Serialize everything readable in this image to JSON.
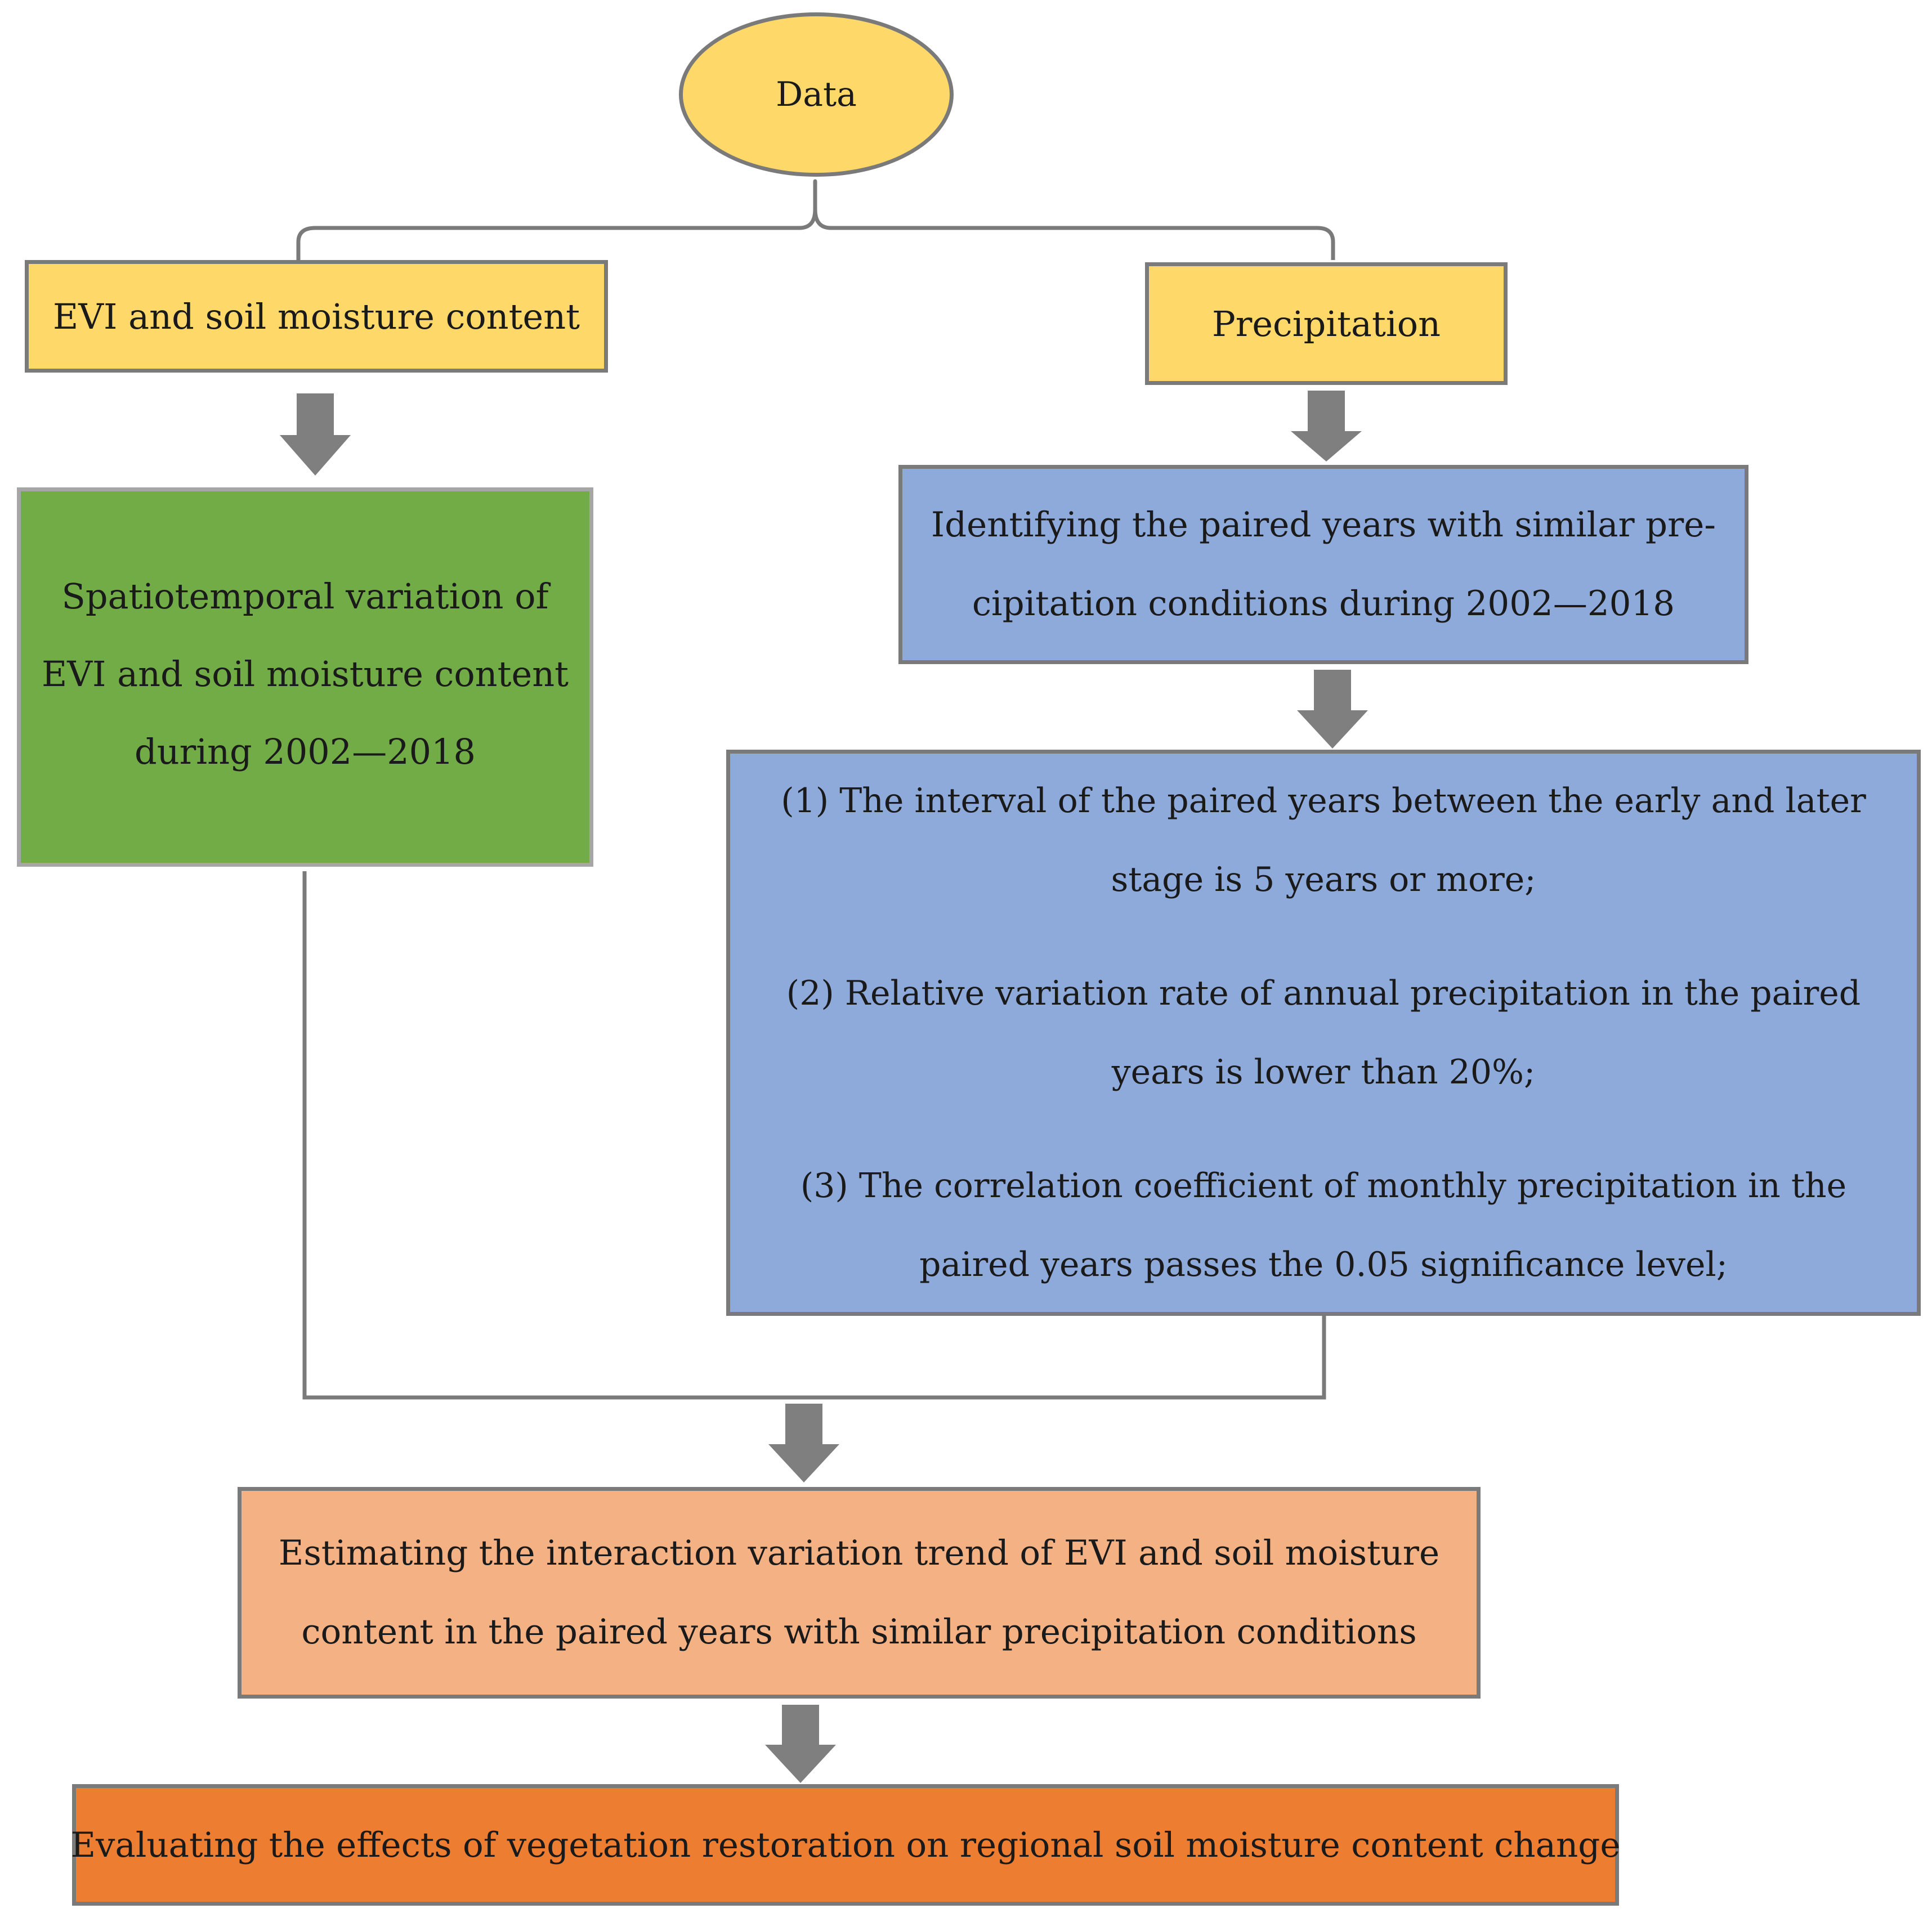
{
  "nodes": {
    "data": {
      "label": "Data"
    },
    "evi_soil": {
      "label": "EVI and soil moisture content"
    },
    "precipitation": {
      "label": "Precipitation"
    },
    "spatiotemporal": {
      "lines": [
        "Spatiotemporal variation of",
        "EVI and soil moisture content",
        "during 2002—2018"
      ]
    },
    "identifying": {
      "lines": [
        "Identifying the paired years with similar pre-",
        "cipitation conditions during 2002—2018"
      ]
    },
    "criteria": {
      "items": [
        {
          "lines": [
            "(1) The interval of the paired years between the early and later",
            "stage is 5 years or more;"
          ]
        },
        {
          "lines": [
            "(2) Relative variation rate of annual precipitation in the paired",
            "years is lower than 20%;"
          ]
        },
        {
          "lines": [
            "(3) The correlation coefficient of monthly precipitation in the",
            "paired years passes the 0.05 significance level;"
          ]
        }
      ]
    },
    "estimating": {
      "lines": [
        "Estimating the interaction variation trend of EVI and soil moisture",
        "content in the paired years with similar precipitation conditions"
      ]
    },
    "evaluating": {
      "label": "Evaluating the effects of vegetation restoration on regional soil moisture content change"
    }
  },
  "colors": {
    "yellow": "#fed969",
    "green": "#71ac47",
    "blue": "#8eaadb",
    "peach": "#f4b183",
    "orange": "#ed7d31",
    "border": "#7a7a7a",
    "arrow": "#7f7f7f"
  }
}
